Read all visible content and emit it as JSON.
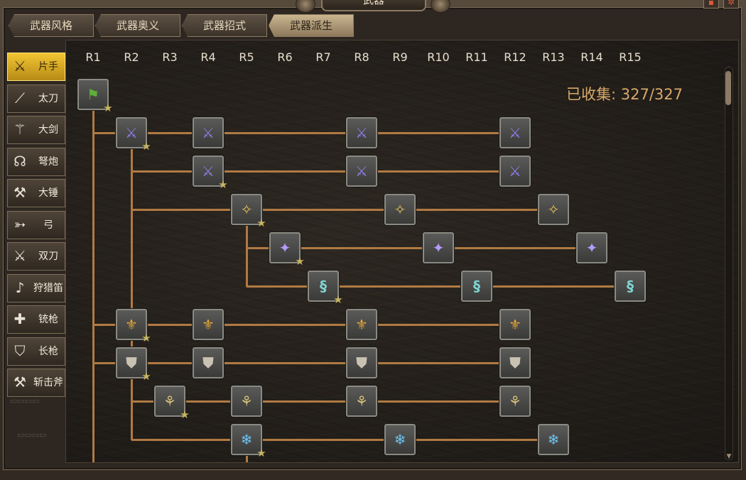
{
  "window": {
    "title": "武器"
  },
  "tabs": [
    {
      "label": "武器风格"
    },
    {
      "label": "武器奥义"
    },
    {
      "label": "武器招式"
    },
    {
      "label": "武器派生"
    }
  ],
  "active_tab": "武器派生",
  "sidebar": {
    "items": [
      {
        "label": "片手",
        "icon": "sword-shield-icon",
        "glyph": "⚔"
      },
      {
        "label": "太刀",
        "icon": "long-sword-icon",
        "glyph": "⟋"
      },
      {
        "label": "大剑",
        "icon": "great-sword-icon",
        "glyph": "⚚"
      },
      {
        "label": "弩炮",
        "icon": "bowgun-icon",
        "glyph": "☊"
      },
      {
        "label": "大锤",
        "icon": "hammer-icon",
        "glyph": "⚒"
      },
      {
        "label": "弓",
        "icon": "bow-icon",
        "glyph": "➳"
      },
      {
        "label": "双刀",
        "icon": "dual-blades-icon",
        "glyph": "⚔"
      },
      {
        "label": "狩猎笛",
        "icon": "hunting-horn-icon",
        "glyph": "♪"
      },
      {
        "label": "铳枪",
        "icon": "gunlance-icon",
        "glyph": "✚"
      },
      {
        "label": "长枪",
        "icon": "lance-icon",
        "glyph": "⛉"
      },
      {
        "label": "斩击斧",
        "icon": "switch-axe-icon",
        "glyph": "⚒"
      }
    ],
    "active": "片手"
  },
  "ranks": [
    "R1",
    "R2",
    "R3",
    "R4",
    "R5",
    "R6",
    "R7",
    "R8",
    "R9",
    "R10",
    "R11",
    "R12",
    "R13",
    "R14",
    "R15"
  ],
  "collected": {
    "label": "已收集:",
    "value": "327/327"
  },
  "colors": {
    "line": "#b07a43",
    "node_border": "#8b8a82",
    "star": "#c8b560",
    "tier_green": "#5fae3a",
    "tier_purple": "#8d7fe8",
    "tier_gold": "#e2c15a",
    "tier_violet": "#b59bff",
    "tier_cyan": "#7fd3d0",
    "tier_amber": "#e0a53a",
    "tier_silver": "#c9c2b3",
    "tier_khaki": "#d6c27a",
    "tier_ice": "#6ec3f0"
  },
  "tree": {
    "rows": [
      {
        "id": "root",
        "color": "tier_green",
        "ranks": [
          1
        ],
        "star_rank": 1
      },
      {
        "id": "r1",
        "color": "tier_purple",
        "ranks": [
          2,
          4,
          8,
          12
        ],
        "star_rank": 2
      },
      {
        "id": "r2",
        "color": "tier_purple",
        "ranks": [
          4,
          8,
          12
        ],
        "star_rank": 4
      },
      {
        "id": "r3",
        "color": "tier_gold",
        "ranks": [
          5,
          9,
          13
        ],
        "star_rank": 5
      },
      {
        "id": "r4",
        "color": "tier_violet",
        "ranks": [
          6,
          10,
          14
        ],
        "star_rank": 6
      },
      {
        "id": "r5",
        "color": "tier_cyan",
        "ranks": [
          7,
          11,
          15
        ],
        "star_rank": 7
      },
      {
        "id": "r6",
        "color": "tier_amber",
        "ranks": [
          2,
          4,
          8,
          12
        ],
        "star_rank": 2
      },
      {
        "id": "r7",
        "color": "tier_silver",
        "ranks": [
          2,
          4,
          8,
          12
        ],
        "star_rank": 2
      },
      {
        "id": "r8",
        "color": "tier_khaki",
        "ranks": [
          3,
          5,
          8,
          12
        ],
        "star_rank": 3
      },
      {
        "id": "r9",
        "color": "tier_ice",
        "ranks": [
          5,
          9,
          13
        ],
        "star_rank": 5
      }
    ]
  }
}
